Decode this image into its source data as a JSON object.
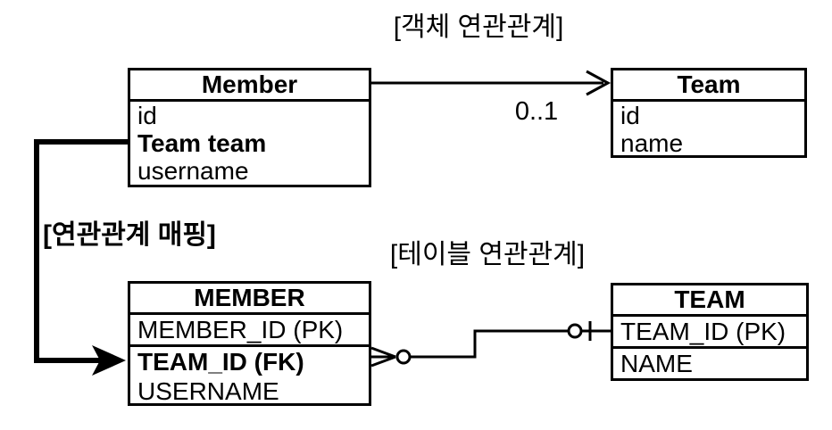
{
  "titles": {
    "object_section": "[객체 연관관계]",
    "mapping_label": "[연관관계 매핑]",
    "table_section": "[테이블 연관관계]"
  },
  "object_diagram": {
    "member": {
      "title": "Member",
      "fields": [
        "id",
        "Team team",
        "username"
      ]
    },
    "team": {
      "title": "Team",
      "fields": [
        "id",
        "name"
      ]
    },
    "association": {
      "multiplicity": "0..1"
    }
  },
  "table_diagram": {
    "member": {
      "title": "MEMBER",
      "columns": [
        "MEMBER_ID (PK)",
        "TEAM_ID (FK)",
        "USERNAME"
      ]
    },
    "team": {
      "title": "TEAM",
      "columns": [
        "TEAM_ID (PK)",
        "NAME"
      ]
    }
  },
  "colors": {
    "ink": "#000000",
    "paper": "#ffffff"
  }
}
